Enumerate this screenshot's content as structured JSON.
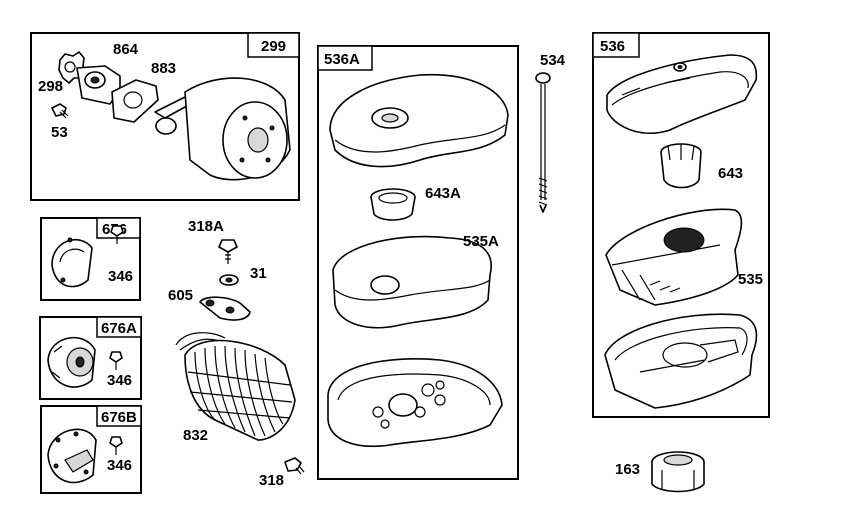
{
  "groups": {
    "g299": "299",
    "g536A": "536A",
    "g536": "536",
    "g676": "676",
    "g676A": "676A",
    "g676B": "676B"
  },
  "parts": {
    "p298": "298",
    "p864": "864",
    "p883": "883",
    "p53": "53",
    "p643A": "643A",
    "p535A": "535A",
    "p534": "534",
    "p643": "643",
    "p535": "535",
    "p346a": "346",
    "p346b": "346",
    "p346c": "346",
    "p318A": "318A",
    "p31": "31",
    "p605": "605",
    "p832": "832",
    "p318": "318",
    "p163": "163"
  }
}
